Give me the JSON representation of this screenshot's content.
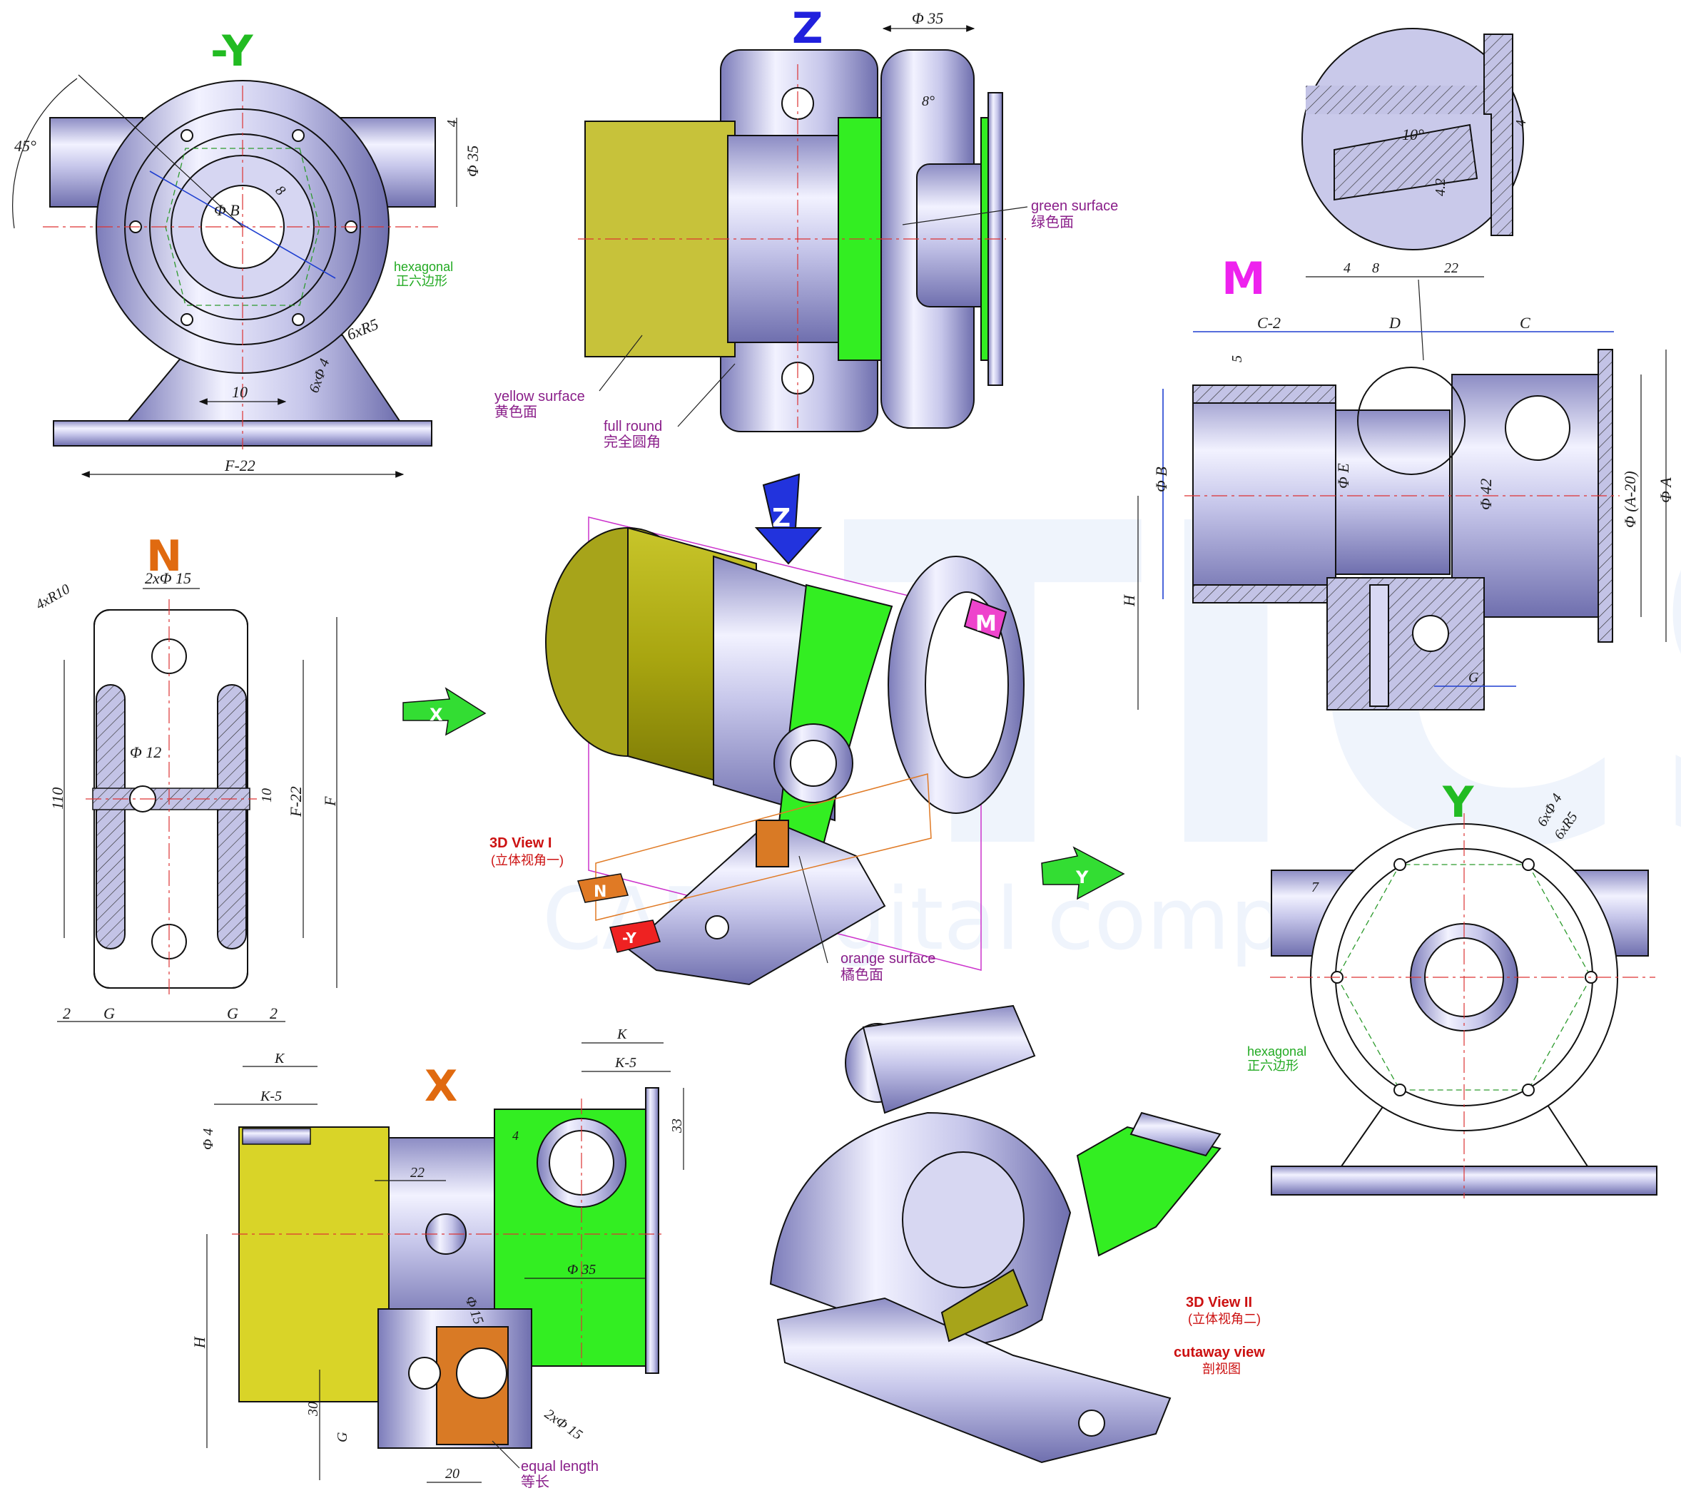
{
  "watermark": {
    "big": "TICS",
    "small": "CAD digital competition"
  },
  "colors": {
    "yellow_surface": "#b5b214",
    "green_surface": "#33ee22",
    "orange_surface": "#d97a25",
    "metal": "#b9b9e2",
    "view_green": "#22bb22",
    "view_blue": "#2020dd",
    "view_orange": "#e06a10",
    "view_magenta": "#ee22ee",
    "note_purple": "#8a1f8a",
    "note_red": "#cc1111",
    "dim_blue": "#1f3fd0"
  },
  "views": {
    "neg_y": {
      "label": "-Y",
      "dims": {
        "angle": "45°",
        "d35": "Φ 35",
        "four": "4",
        "dB": "Φ B",
        "eight": "8",
        "r5": "6xR5",
        "hole4": "6xΦ 4",
        "ten": "10",
        "width": "F-22"
      },
      "note": {
        "en": "hexagonal",
        "zh": "正六边形"
      }
    },
    "z": {
      "label": "Z",
      "dims": {
        "d35": "Φ 35",
        "eight": "8°"
      },
      "notes": {
        "green": {
          "en": "green surface",
          "zh": "绿色面"
        },
        "yellow": {
          "en": "yellow surface",
          "zh": "黄色面"
        },
        "round": {
          "en": "full round",
          "zh": "完全圆角"
        }
      }
    },
    "m": {
      "label": "M",
      "dims": {
        "c2": "C-2",
        "d": "D",
        "c": "C",
        "five": "5",
        "dB": "Φ B",
        "dE": "Φ E",
        "d42": "Φ 42",
        "dA20": "Φ (A-20)",
        "dA": "Φ A",
        "h": "H",
        "g": "G"
      },
      "detail": {
        "ten": "10°",
        "four": "4",
        "fourtwo": "4.2",
        "b4": "4",
        "b8": "8",
        "b22": "22"
      }
    },
    "n": {
      "label": "N",
      "dims": {
        "r10": "4xR10",
        "d15": "2xΦ 15",
        "d12": "Φ 12",
        "h110": "110",
        "ten": "10",
        "f22": "F-22",
        "f": "F",
        "two_l": "2",
        "g_l": "G",
        "g_r": "G",
        "two_r": "2"
      }
    },
    "iso1": {
      "title": "3D View I",
      "subtitle": "(立体视角一)",
      "orange": {
        "en": "orange surface",
        "zh": "橘色面"
      },
      "arrows": {
        "z": "Z",
        "m": "M",
        "x": "X",
        "y": "Y",
        "n": "N",
        "neg_y": "-Y"
      }
    },
    "y": {
      "label": "Y",
      "dims": {
        "hole4": "6xΦ 4",
        "r5": "6xR5",
        "seven": "7"
      },
      "note": {
        "en": "hexagonal",
        "zh": "正六边形"
      }
    },
    "x": {
      "label": "X",
      "dims": {
        "k_l": "K",
        "k5_l": "K-5",
        "d4": "Φ 4",
        "k_r": "K",
        "k5_r": "K-5",
        "thirty3": "33",
        "four": "4",
        "twenty2": "22",
        "d15": "Φ 15",
        "d35": "Φ 35",
        "h": "H",
        "thirty": "30",
        "g": "G",
        "d15b": "2xΦ 15",
        "twenty": "20"
      },
      "note": {
        "en": "equal length",
        "zh": "等长"
      }
    },
    "iso2": {
      "title": "3D View II",
      "subtitle": "(立体视角二)",
      "cut_en": "cutaway view",
      "cut_zh": "剖视图"
    }
  }
}
